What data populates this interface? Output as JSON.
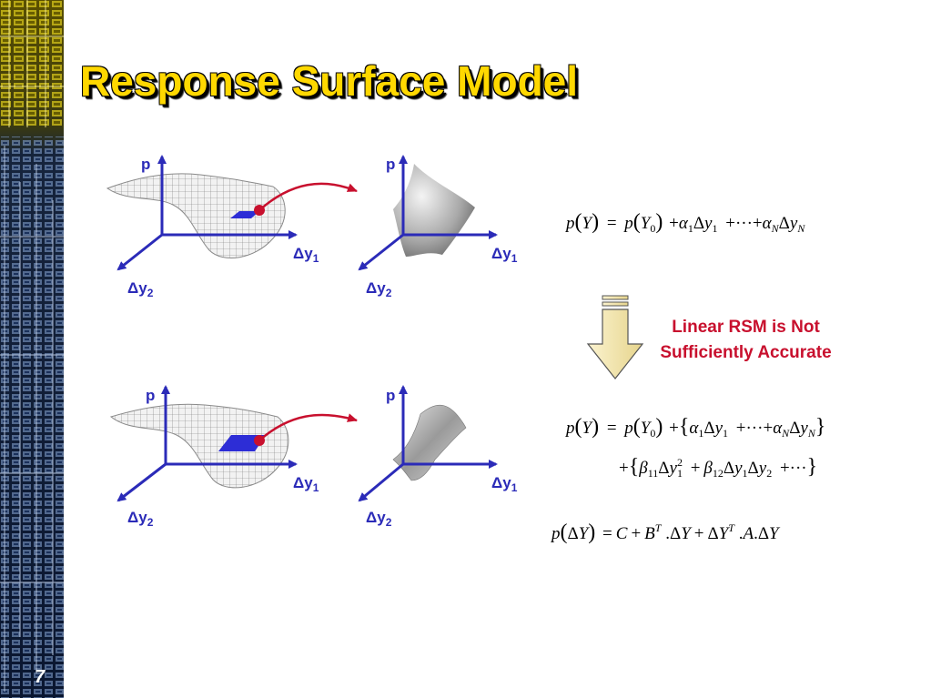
{
  "slide": {
    "title": "Response Surface Model",
    "number": "7"
  },
  "colors": {
    "title": "#ffd800",
    "axis": "#2b2bb8",
    "arrow": "#c8102e",
    "note": "#c8102e",
    "down_arrow_fill": "#f3e7b6"
  },
  "axes": {
    "p": "p",
    "dy": "Δy",
    "sub1": "1",
    "sub2": "2"
  },
  "note": {
    "line1": "Linear RSM is Not",
    "line2": "Sufficiently Accurate"
  },
  "icons": [
    "surface-mesh-icon",
    "linear-patch-icon",
    "quadratic-patch-icon",
    "down-arrow-icon"
  ]
}
